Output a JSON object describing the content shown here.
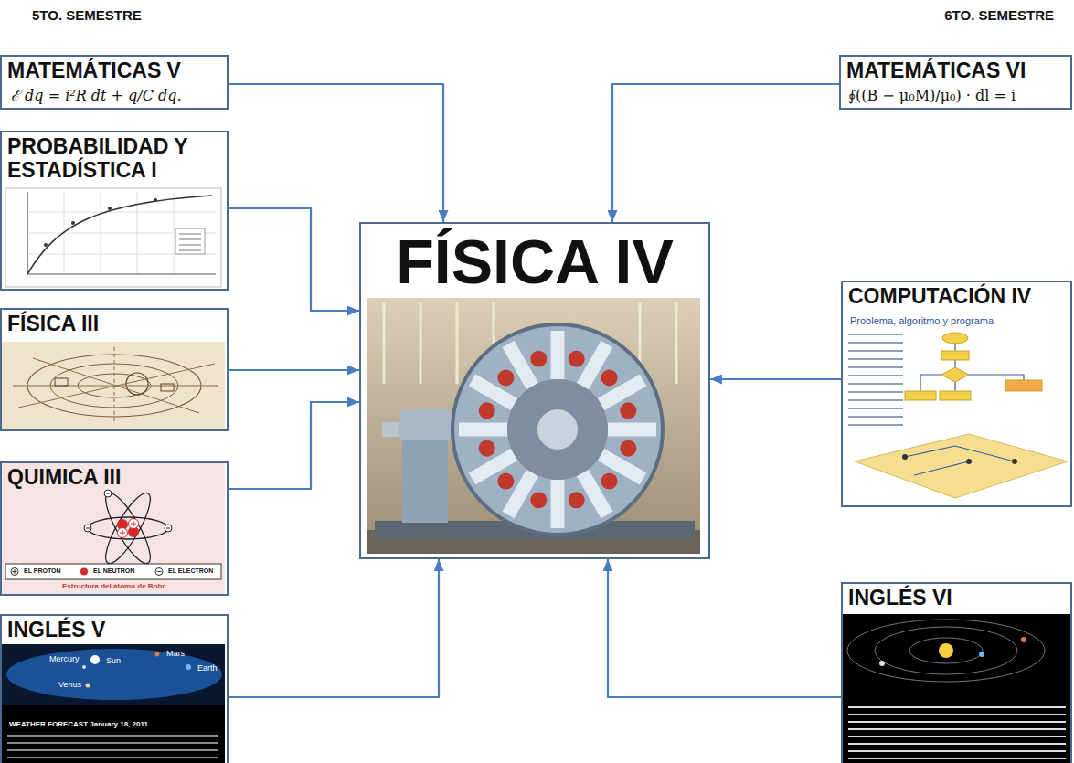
{
  "diagram": {
    "nodes": [
      {
        "text": [
          "MATEMÁTICAS V",
          "ℰ dq = i²R dt + q/C dq."
        ]
      },
      {
        "text": [
          "PROBABILIDAD Y ESTADÍSTICA I"
        ]
      },
      {
        "text": [
          "FÍSICA III"
        ]
      },
      {
        "text": [
          "QUIMICA III",
          "EL PROTON",
          "EL NEUTRON",
          "EL ELECTRON",
          "Estructura del átomo de Bohr"
        ]
      },
      {
        "text": [
          "INGLÉS V",
          "Mercury",
          "Sun",
          "Venus",
          "Mars",
          "Earth",
          "WEATHER FORECAST January 18, 2011"
        ]
      },
      {
        "text": [
          "FÍSICA IV"
        ]
      },
      {
        "text": [
          "MATEMÁTICAS VI",
          "∮((B − μ₀M)/μ₀) · dl = i"
        ]
      },
      {
        "text": [
          "COMPUTACIÓN IV",
          "Problema, algoritmo y programa"
        ]
      },
      {
        "text": [
          "INGLÉS VI"
        ]
      }
    ],
    "edges": [
      {
        "from": 0,
        "to": 5,
        "arrow": "to"
      },
      {
        "from": 1,
        "to": 5,
        "arrow": "to"
      },
      {
        "from": 2,
        "to": 5,
        "arrow": "to"
      },
      {
        "from": 3,
        "to": 5,
        "arrow": "to"
      },
      {
        "from": 4,
        "to": 5,
        "arrow": "to"
      },
      {
        "from": 6,
        "to": 5,
        "arrow": "to"
      },
      {
        "from": 7,
        "to": 5,
        "arrow": "to"
      },
      {
        "from": 8,
        "to": 5,
        "arrow": "to"
      }
    ],
    "labels": [
      "5TO. SEMESTRE",
      "6TO. SEMESTRE"
    ]
  }
}
